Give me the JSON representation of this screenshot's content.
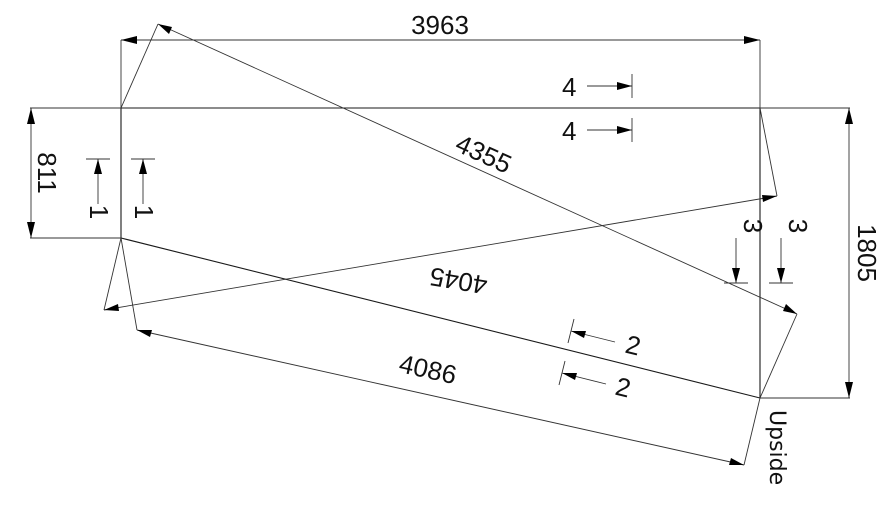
{
  "dimensions": {
    "top_width": "3963",
    "diagonal_long": "4355",
    "diagonal_cross": "4045",
    "bottom_slant": "4086",
    "left_height": "811",
    "right_height": "1805"
  },
  "markers": {
    "m1a": "1",
    "m1b": "1",
    "m2a": "2",
    "m2b": "2",
    "m3a": "3",
    "m3b": "3",
    "m4a": "4",
    "m4b": "4"
  },
  "note": "Upside"
}
